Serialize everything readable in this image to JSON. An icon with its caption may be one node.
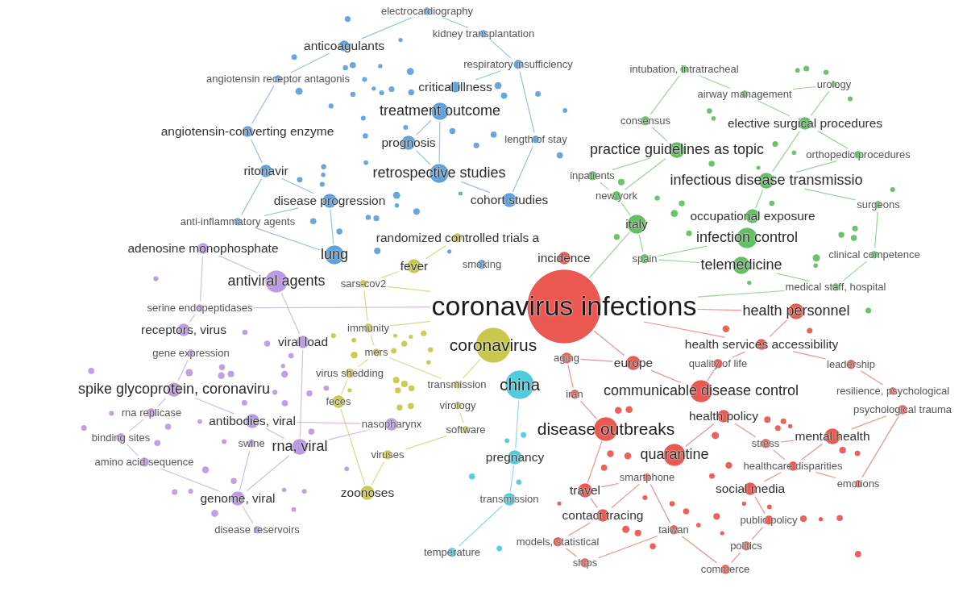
{
  "diagram": {
    "nodes": [
      {
        "text": [
          "electrocardiography"
        ]
      },
      {
        "text": [
          "kidney transplantation"
        ]
      },
      {
        "text": [
          "anticoagulants"
        ]
      },
      {
        "text": [
          "respiratory insufficiency"
        ]
      },
      {
        "text": [
          "intubation, intratracheal"
        ]
      },
      {
        "text": [
          "angiotensin receptor antagonis"
        ]
      },
      {
        "text": [
          "critical illness"
        ]
      },
      {
        "text": [
          "urology"
        ]
      },
      {
        "text": [
          "airway management"
        ]
      },
      {
        "text": [
          "treatment outcome"
        ]
      },
      {
        "text": [
          "angiotensin-converting enzyme"
        ]
      },
      {
        "text": [
          "consensus"
        ]
      },
      {
        "text": [
          "elective surgical procedures"
        ]
      },
      {
        "text": [
          "prognosis"
        ]
      },
      {
        "text": [
          "length of stay"
        ]
      },
      {
        "text": [
          "practice guidelines as topic"
        ]
      },
      {
        "text": [
          "orthopedic procedures"
        ]
      },
      {
        "text": [
          "ritonavir"
        ]
      },
      {
        "text": [
          "retrospective studies"
        ]
      },
      {
        "text": [
          "inpatients"
        ]
      },
      {
        "text": [
          "infectious disease transmissio"
        ]
      },
      {
        "text": [
          "new york"
        ]
      },
      {
        "text": [
          "disease progression"
        ]
      },
      {
        "text": [
          "cohort studies"
        ]
      },
      {
        "text": [
          "surgeons"
        ]
      },
      {
        "text": [
          "occupational exposure"
        ]
      },
      {
        "text": [
          "anti-inflammatory agents"
        ]
      },
      {
        "text": [
          "italy"
        ]
      },
      {
        "text": [
          "randomized controlled trials a"
        ]
      },
      {
        "text": [
          "infection control"
        ]
      },
      {
        "text": [
          "adenosine monophosphate"
        ]
      },
      {
        "text": [
          "lung"
        ]
      },
      {
        "text": [
          "clinical competence"
        ]
      },
      {
        "text": [
          "spain"
        ]
      },
      {
        "text": [
          "incidence"
        ]
      },
      {
        "text": [
          "telemedicine"
        ]
      },
      {
        "text": [
          "fever"
        ]
      },
      {
        "text": [
          "smoking"
        ]
      },
      {
        "text": [
          "antiviral agents"
        ]
      },
      {
        "text": [
          "sars-cov2"
        ]
      },
      {
        "text": [
          "medical staff, hospital"
        ]
      },
      {
        "text": [
          "coronavirus infections"
        ]
      },
      {
        "text": [
          "serine endopeptidases"
        ]
      },
      {
        "text": [
          "health personnel"
        ]
      },
      {
        "text": [
          "immunity"
        ]
      },
      {
        "text": [
          "receptors, virus"
        ]
      },
      {
        "text": [
          "viral load"
        ]
      },
      {
        "text": [
          "coronavirus"
        ]
      },
      {
        "text": [
          "health services accessibility"
        ]
      },
      {
        "text": [
          "mers"
        ]
      },
      {
        "text": [
          "gene expression"
        ]
      },
      {
        "text": [
          "aging"
        ]
      },
      {
        "text": [
          "europe"
        ]
      },
      {
        "text": [
          "quality of life"
        ]
      },
      {
        "text": [
          "leadership"
        ]
      },
      {
        "text": [
          "virus shedding"
        ]
      },
      {
        "text": [
          "transmission"
        ]
      },
      {
        "text": [
          "china"
        ]
      },
      {
        "text": [
          "spike glycoprotein, coronaviru"
        ]
      },
      {
        "text": [
          "communicable disease control"
        ]
      },
      {
        "text": [
          "resilience, psychological"
        ]
      },
      {
        "text": [
          "iran"
        ]
      },
      {
        "text": [
          "feces"
        ]
      },
      {
        "text": [
          "virology"
        ]
      },
      {
        "text": [
          "psychological trauma"
        ]
      },
      {
        "text": [
          "rna replicase"
        ]
      },
      {
        "text": [
          "health policy"
        ]
      },
      {
        "text": [
          "antibodies, viral"
        ]
      },
      {
        "text": [
          "nasopharynx"
        ]
      },
      {
        "text": [
          "disease outbreaks"
        ]
      },
      {
        "text": [
          "software"
        ]
      },
      {
        "text": [
          "mental health"
        ]
      },
      {
        "text": [
          "binding sites"
        ]
      },
      {
        "text": [
          "swine"
        ]
      },
      {
        "text": [
          "stress"
        ]
      },
      {
        "text": [
          "rna, viral"
        ]
      },
      {
        "text": [
          "viruses"
        ]
      },
      {
        "text": [
          "pregnancy"
        ]
      },
      {
        "text": [
          "quarantine"
        ]
      },
      {
        "text": [
          "amino acid sequence"
        ]
      },
      {
        "text": [
          "healthcare disparities"
        ]
      },
      {
        "text": [
          "smartphone"
        ]
      },
      {
        "text": [
          "emotions"
        ]
      },
      {
        "text": [
          "social media"
        ]
      },
      {
        "text": [
          "travel"
        ]
      },
      {
        "text": [
          "zoonoses"
        ]
      },
      {
        "text": [
          "genome, viral"
        ]
      },
      {
        "text": [
          "transmission"
        ]
      },
      {
        "text": [
          "contact tracing"
        ]
      },
      {
        "text": [
          "public policy"
        ]
      },
      {
        "text": [
          "disease reservoirs"
        ]
      },
      {
        "text": [
          "taiwan"
        ]
      },
      {
        "text": [
          "models, statistical"
        ]
      },
      {
        "text": [
          "politics"
        ]
      },
      {
        "text": [
          "temperature"
        ]
      },
      {
        "text": [
          "ships"
        ]
      },
      {
        "text": [
          "commerce"
        ]
      }
    ],
    "edges": [
      {
        "from": 41,
        "to": 27,
        "arrow": "none",
        "color": "#52b852"
      },
      {
        "from": 41,
        "to": 39,
        "arrow": "none",
        "color": "#c2c23a"
      },
      {
        "from": 41,
        "to": 40,
        "arrow": "none",
        "color": "#52b852"
      },
      {
        "from": 41,
        "to": 42,
        "arrow": "none",
        "color": "#b48fe0"
      },
      {
        "from": 41,
        "to": 43,
        "arrow": "none"
      },
      {
        "from": 41,
        "to": 44,
        "arrow": "none",
        "color": "#c2c23a"
      },
      {
        "from": 41,
        "to": 48,
        "arrow": "none"
      },
      {
        "from": 41,
        "to": 52,
        "arrow": "none"
      },
      {
        "from": 0,
        "to": 1,
        "arrow": "none",
        "color": "#4f97d8"
      },
      {
        "from": 0,
        "to": 2,
        "arrow": "none",
        "color": "#4f97d8"
      },
      {
        "from": 1,
        "to": 3,
        "arrow": "none",
        "color": "#4f97d8"
      },
      {
        "from": 2,
        "to": 5,
        "arrow": "none",
        "color": "#4f97d8"
      },
      {
        "from": 3,
        "to": 6,
        "arrow": "none",
        "color": "#4f97d8"
      },
      {
        "from": 4,
        "to": 11,
        "arrow": "none",
        "color": "#52b852"
      },
      {
        "from": 4,
        "to": 8,
        "arrow": "none",
        "color": "#52b852"
      },
      {
        "from": 5,
        "to": 10,
        "arrow": "none",
        "color": "#4f97d8"
      },
      {
        "from": 7,
        "to": 12,
        "arrow": "none",
        "color": "#52b852"
      },
      {
        "from": 7,
        "to": 8,
        "arrow": "none",
        "color": "#52b852"
      },
      {
        "from": 8,
        "to": 12,
        "arrow": "none",
        "color": "#52b852"
      },
      {
        "from": 9,
        "to": 13,
        "arrow": "none",
        "color": "#4f97d8"
      },
      {
        "from": 9,
        "to": 18,
        "arrow": "none",
        "color": "#4f97d8"
      },
      {
        "from": 10,
        "to": 17,
        "arrow": "none",
        "color": "#4f97d8"
      },
      {
        "from": 11,
        "to": 15,
        "arrow": "none",
        "color": "#52b852"
      },
      {
        "from": 12,
        "to": 16,
        "arrow": "none",
        "color": "#52b852"
      },
      {
        "from": 13,
        "to": 18,
        "arrow": "none",
        "color": "#4f97d8"
      },
      {
        "from": 14,
        "to": 23,
        "arrow": "none",
        "color": "#4f97d8"
      },
      {
        "from": 3,
        "to": 14,
        "arrow": "none",
        "color": "#4f97d8"
      },
      {
        "from": 15,
        "to": 21,
        "arrow": "none",
        "color": "#52b852"
      },
      {
        "from": 16,
        "to": 20,
        "arrow": "none",
        "color": "#52b852"
      },
      {
        "from": 17,
        "to": 26,
        "arrow": "none",
        "color": "#4f97d8"
      },
      {
        "from": 19,
        "to": 21,
        "arrow": "none",
        "color": "#52b852"
      },
      {
        "from": 15,
        "to": 19,
        "arrow": "none",
        "color": "#52b852"
      },
      {
        "from": 20,
        "to": 25,
        "arrow": "none",
        "color": "#52b852"
      },
      {
        "from": 12,
        "to": 20,
        "arrow": "none",
        "color": "#52b852"
      },
      {
        "from": 21,
        "to": 27,
        "arrow": "none",
        "color": "#52b852"
      },
      {
        "from": 22,
        "to": 31,
        "arrow": "none",
        "color": "#4f97d8"
      },
      {
        "from": 17,
        "to": 22,
        "arrow": "none",
        "color": "#4f97d8"
      },
      {
        "from": 18,
        "to": 23,
        "arrow": "none",
        "color": "#4f97d8"
      },
      {
        "from": 24,
        "to": 32,
        "arrow": "none",
        "color": "#52b852"
      },
      {
        "from": 20,
        "to": 24,
        "arrow": "none",
        "color": "#52b852"
      },
      {
        "from": 22,
        "to": 26,
        "arrow": "none",
        "color": "#4f97d8"
      },
      {
        "from": 27,
        "to": 33,
        "arrow": "none",
        "color": "#52b852"
      },
      {
        "from": 28,
        "to": 36,
        "arrow": "none",
        "color": "#c2c23a"
      },
      {
        "from": 29,
        "to": 33,
        "arrow": "none",
        "color": "#52b852"
      },
      {
        "from": 30,
        "to": 42,
        "arrow": "none",
        "color": "#b48fe0"
      },
      {
        "from": 30,
        "to": 38,
        "arrow": "none",
        "color": "#b48fe0"
      },
      {
        "from": 26,
        "to": 31,
        "arrow": "none",
        "color": "#4f97d8"
      },
      {
        "from": 32,
        "to": 40,
        "arrow": "none",
        "color": "#52b852"
      },
      {
        "from": 33,
        "to": 35,
        "arrow": "none",
        "color": "#52b852"
      },
      {
        "from": 35,
        "to": 40,
        "arrow": "none",
        "color": "#52b852"
      },
      {
        "from": 36,
        "to": 39,
        "arrow": "none",
        "color": "#c2c23a"
      },
      {
        "from": 38,
        "to": 46,
        "arrow": "none",
        "color": "#b48fe0"
      },
      {
        "from": 39,
        "to": 44,
        "arrow": "none",
        "color": "#c2c23a"
      },
      {
        "from": 42,
        "to": 45,
        "arrow": "none",
        "color": "#b48fe0"
      },
      {
        "from": 43,
        "to": 48,
        "arrow": "none"
      },
      {
        "from": 44,
        "to": 49,
        "arrow": "none",
        "color": "#c2c23a"
      },
      {
        "from": 46,
        "to": 75,
        "arrow": "none",
        "color": "#b48fe0"
      },
      {
        "from": 47,
        "to": 56,
        "arrow": "none",
        "color": "#c2c23a"
      },
      {
        "from": 48,
        "to": 53,
        "arrow": "none"
      },
      {
        "from": 49,
        "to": 55,
        "arrow": "none",
        "color": "#c2c23a"
      },
      {
        "from": 50,
        "to": 58,
        "arrow": "none",
        "color": "#b48fe0"
      },
      {
        "from": 51,
        "to": 61,
        "arrow": "none"
      },
      {
        "from": 51,
        "to": 52,
        "arrow": "none"
      },
      {
        "from": 52,
        "to": 59,
        "arrow": "none"
      },
      {
        "from": 53,
        "to": 59,
        "arrow": "none"
      },
      {
        "from": 54,
        "to": 60,
        "arrow": "none"
      },
      {
        "from": 48,
        "to": 54,
        "arrow": "none"
      },
      {
        "from": 55,
        "to": 62,
        "arrow": "none",
        "color": "#c2c23a"
      },
      {
        "from": 49,
        "to": 56,
        "arrow": "none",
        "color": "#c2c23a"
      },
      {
        "from": 57,
        "to": 77,
        "arrow": "none",
        "color": "#3cc6d8"
      },
      {
        "from": 58,
        "to": 65,
        "arrow": "none",
        "color": "#b48fe0"
      },
      {
        "from": 61,
        "to": 69,
        "arrow": "none"
      },
      {
        "from": 62,
        "to": 85,
        "arrow": "none",
        "color": "#c2c23a"
      },
      {
        "from": 63,
        "to": 70,
        "arrow": "none",
        "color": "#c2c23a"
      },
      {
        "from": 64,
        "to": 71,
        "arrow": "none"
      },
      {
        "from": 64,
        "to": 82,
        "arrow": "none"
      },
      {
        "from": 65,
        "to": 72,
        "arrow": "none",
        "color": "#b48fe0"
      },
      {
        "from": 66,
        "to": 74,
        "arrow": "none"
      },
      {
        "from": 66,
        "to": 78,
        "arrow": "none"
      },
      {
        "from": 67,
        "to": 75,
        "arrow": "none",
        "color": "#b48fe0"
      },
      {
        "from": 58,
        "to": 67,
        "arrow": "none",
        "color": "#b48fe0"
      },
      {
        "from": 68,
        "to": 75,
        "arrow": "none",
        "color": "#b48fe0"
      },
      {
        "from": 67,
        "to": 68,
        "arrow": "none",
        "color": "#b48fe0"
      },
      {
        "from": 69,
        "to": 84,
        "arrow": "none"
      },
      {
        "from": 70,
        "to": 76,
        "arrow": "none",
        "color": "#c2c23a"
      },
      {
        "from": 71,
        "to": 80,
        "arrow": "none"
      },
      {
        "from": 71,
        "to": 74,
        "arrow": "none"
      },
      {
        "from": 72,
        "to": 79,
        "arrow": "none",
        "color": "#b48fe0"
      },
      {
        "from": 73,
        "to": 86,
        "arrow": "none",
        "color": "#b48fe0"
      },
      {
        "from": 74,
        "to": 80,
        "arrow": "none"
      },
      {
        "from": 75,
        "to": 86,
        "arrow": "none",
        "color": "#b48fe0"
      },
      {
        "from": 76,
        "to": 85,
        "arrow": "none",
        "color": "#c2c23a"
      },
      {
        "from": 77,
        "to": 87,
        "arrow": "none",
        "color": "#3cc6d8"
      },
      {
        "from": 79,
        "to": 86,
        "arrow": "none",
        "color": "#b48fe0"
      },
      {
        "from": 80,
        "to": 83,
        "arrow": "none"
      },
      {
        "from": 81,
        "to": 88,
        "arrow": "none"
      },
      {
        "from": 81,
        "to": 91,
        "arrow": "none"
      },
      {
        "from": 80,
        "to": 82,
        "arrow": "none"
      },
      {
        "from": 83,
        "to": 89,
        "arrow": "none"
      },
      {
        "from": 84,
        "to": 88,
        "arrow": "none"
      },
      {
        "from": 81,
        "to": 84,
        "arrow": "none"
      },
      {
        "from": 86,
        "to": 90,
        "arrow": "none",
        "color": "#b48fe0"
      },
      {
        "from": 87,
        "to": 94,
        "arrow": "none",
        "color": "#3cc6d8"
      },
      {
        "from": 88,
        "to": 92,
        "arrow": "none"
      },
      {
        "from": 89,
        "to": 93,
        "arrow": "none"
      },
      {
        "from": 91,
        "to": 96,
        "arrow": "none"
      },
      {
        "from": 92,
        "to": 95,
        "arrow": "none"
      },
      {
        "from": 93,
        "to": 96,
        "arrow": "none"
      },
      {
        "from": 91,
        "to": 95,
        "arrow": "none"
      }
    ]
  }
}
